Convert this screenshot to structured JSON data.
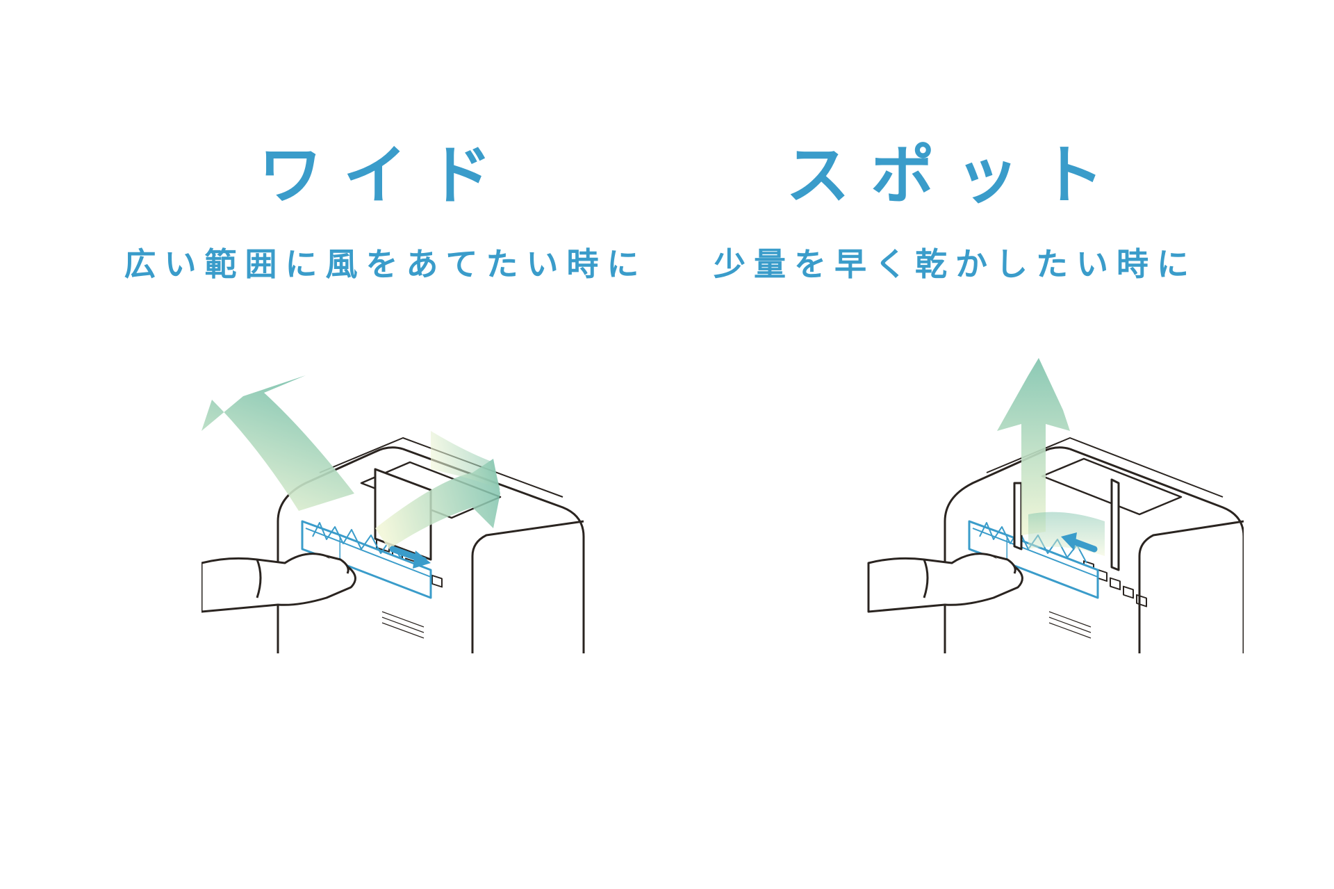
{
  "modes": [
    {
      "title": "ワイド",
      "subtitle": "広い範囲に風をあてたい時に",
      "arrow_direction": "right"
    },
    {
      "title": "スポット",
      "subtitle": "少量を早く乾かしたい時に",
      "arrow_direction": "left"
    }
  ],
  "colors": {
    "accent": "#3a9cca",
    "airflow_light": "#e8f1c6",
    "airflow_dark": "#7fc3ad",
    "outline": "#2a2420"
  },
  "icons": [
    "airflow-arrow-icon",
    "slide-arrow-icon",
    "hand-icon",
    "dehumidifier-icon"
  ]
}
